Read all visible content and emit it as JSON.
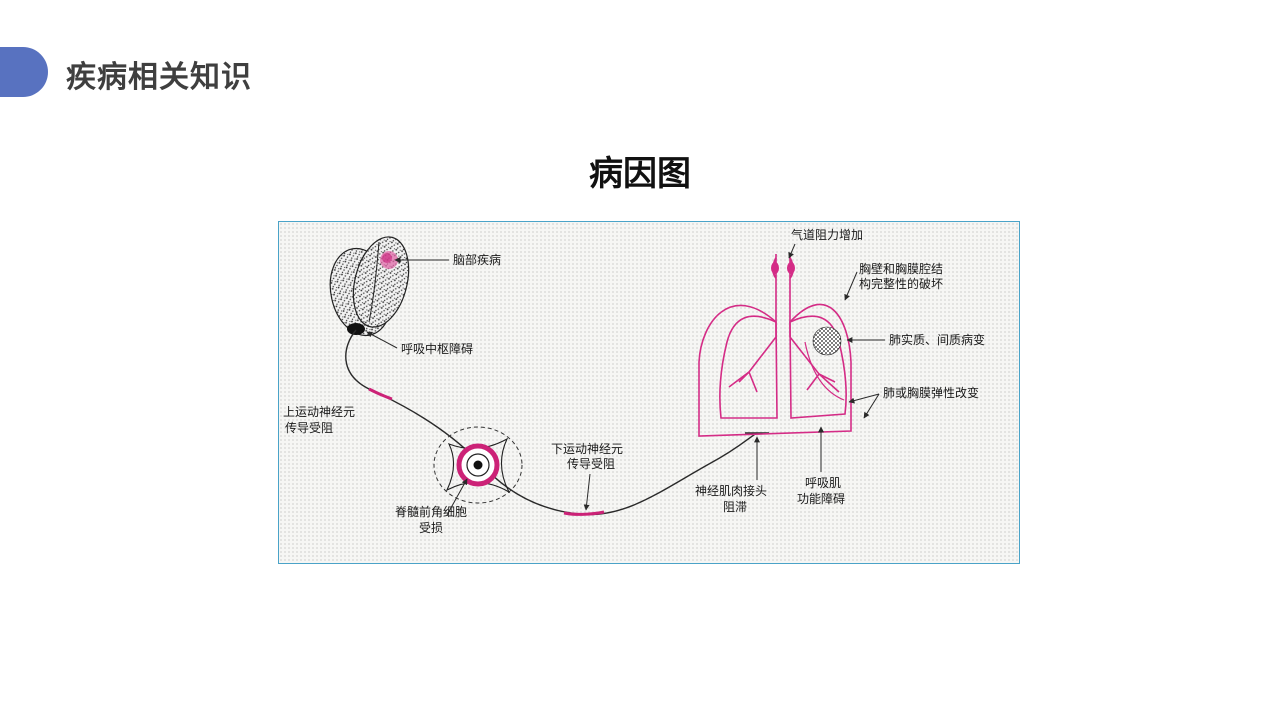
{
  "header": {
    "title": "疾病相关知识"
  },
  "diagram": {
    "title": "病因图",
    "labels": {
      "brain_disease": "脑部疾病",
      "respiratory_center": "呼吸中枢障碍",
      "upper_motor_1": "上运动神经元",
      "upper_motor_2": "传导受阻",
      "anterior_horn_1": "脊髓前角细胞",
      "anterior_horn_2": "受损",
      "lower_motor_1": "下运动神经元",
      "lower_motor_2": "传导受阻",
      "neuromuscular_1": "神经肌肉接头",
      "neuromuscular_2": "阻滞",
      "resp_muscle_1": "呼吸肌",
      "resp_muscle_2": "功能障碍",
      "airway": "气道阻力增加",
      "chest_wall_1": "胸壁和胸膜腔结",
      "chest_wall_2": "构完整性的破坏",
      "parenchyma": "肺实质、间质病变",
      "elasticity": "肺或胸膜弹性改变"
    }
  },
  "colors": {
    "accent": "#5872c0",
    "highlight": "#cc2277",
    "line": "#2a2a2a"
  }
}
